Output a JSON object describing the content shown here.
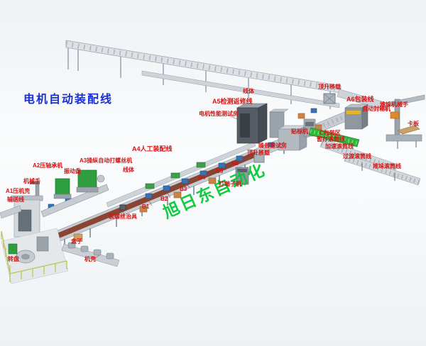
{
  "title": "电机自动装配线",
  "watermark": "旭日东自动化",
  "colors": {
    "title": "#1b2fd8",
    "label": "#d41414",
    "watermark": "#00c832",
    "belt": "#8a4434",
    "machine_green": "#2f9e3f",
    "conveyor_green": "#2fb53a",
    "steel": "#c6ccd2",
    "bin_blue": "#3a72b0",
    "crate_orange": "#c9834a"
  },
  "labels": {
    "a1": "A1压机壳",
    "a1_conveyor": "输送线",
    "robot_hand": "机械手",
    "a2": "A2压轴承机",
    "vibrator": "振动盘",
    "a3": "A3操纵自动打螺丝机",
    "xianti_left": "线体",
    "a4": "A4人工装配线",
    "screw_jig": "装螺丝治具",
    "b1": "B1",
    "b2": "B2",
    "b3": "B3",
    "b4": "B4",
    "b5": "B5",
    "b6": "B6",
    "terminal": "打端子机",
    "lift_mid": "顶升移载",
    "a5": "A5检测返修线",
    "motor_test": "电机性能测试房",
    "xianti_top": "线体",
    "noise_room": "噪音测试房",
    "labeler": "贴标机",
    "lift_top": "顶升移载",
    "a6": "A6包装线",
    "sealer": "自动封箱机",
    "stacker": "堆垛机械手",
    "pallet": "卡板",
    "c_pack": "C包装区",
    "temp_roller": "暂存滚筒线",
    "accel_roller": "加速滚筒线",
    "trans_roller": "过渡滚筒线",
    "stack_roller": "堆垛滚筒线",
    "box": "盒子",
    "housing": "机壳",
    "turntable": "转盘"
  }
}
